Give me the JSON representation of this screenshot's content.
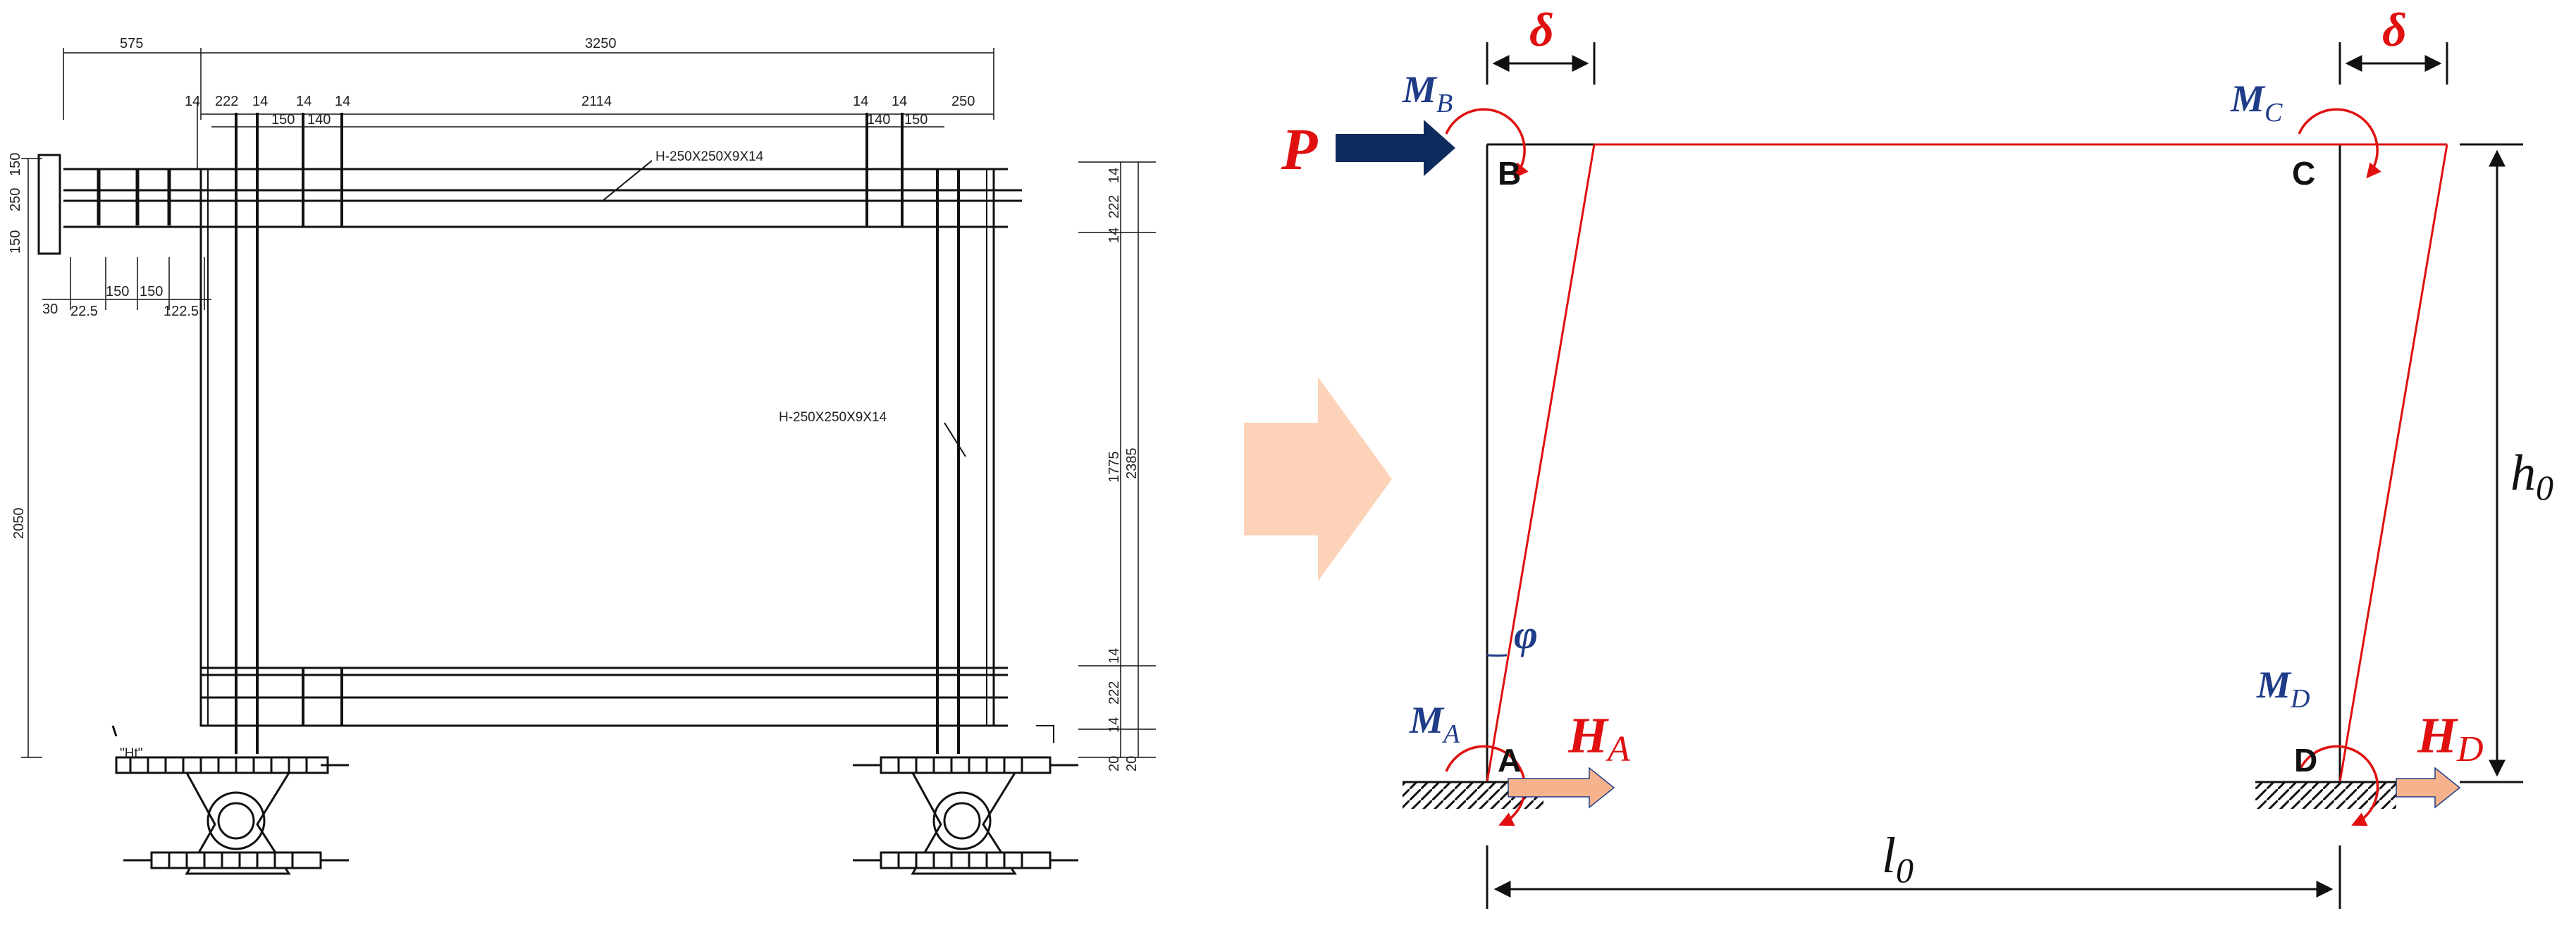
{
  "drawing": {
    "dimensions_top": {
      "overall_width": "3250",
      "left_offset": "575"
    },
    "dimensions_row2": [
      "14",
      "222",
      "14",
      "14",
      "14",
      "2114",
      "14",
      "14",
      "250"
    ],
    "dimensions_row3": [
      "150",
      "140",
      "140",
      "150"
    ],
    "dimensions_left_top": [
      "150",
      "250",
      "150"
    ],
    "dimensions_left_row": [
      "30",
      "22.5",
      "150",
      "150",
      "122.5"
    ],
    "dimension_left_height": "2050",
    "dimensions_right": [
      "14",
      "222",
      "14",
      "1775",
      "14",
      "222",
      "14"
    ],
    "dimension_right_total": "2385",
    "dimensions_bottom_right": [
      "20",
      "20"
    ],
    "callout_beam": "H-250X250X9X14",
    "callout_column": "H-250X250X9X14",
    "pin_tag": "\"Ht\""
  },
  "frame": {
    "nodes": {
      "a": "A",
      "b": "B",
      "c": "C",
      "d": "D"
    },
    "load": {
      "label": "P"
    },
    "drift_left": "δ",
    "drift_right": "δ",
    "angle": "φ",
    "moments": {
      "a": {
        "main": "M",
        "sub": "A"
      },
      "b": {
        "main": "M",
        "sub": "B"
      },
      "c": {
        "main": "M",
        "sub": "C"
      },
      "d": {
        "main": "M",
        "sub": "D"
      }
    },
    "reactions": {
      "a": {
        "main": "H",
        "sub": "A"
      },
      "d": {
        "main": "H",
        "sub": "D"
      }
    },
    "span": {
      "main": "l",
      "sub": "0"
    },
    "height": {
      "main": "h",
      "sub": "0"
    }
  },
  "colors": {
    "deformed": "#e01010",
    "moment_blue": "#1f3c88",
    "load_arrow": "#0d2b5c",
    "transition_arrow": "#fcd3b8",
    "reaction_arrow": "#f6b28c"
  }
}
